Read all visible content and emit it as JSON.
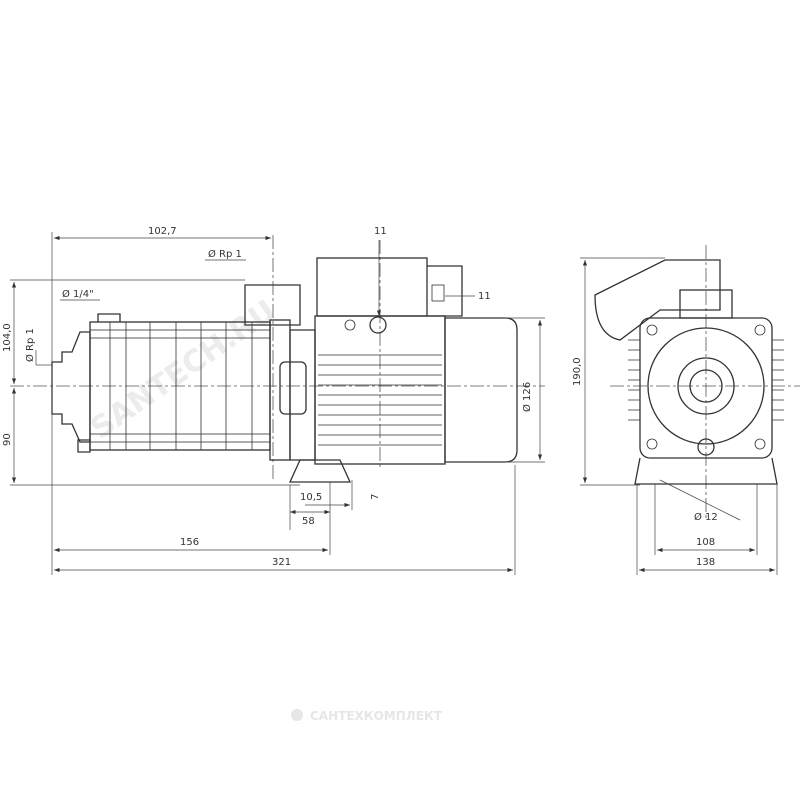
{
  "drawing": {
    "side_view": {
      "dim_top_width": "102,7",
      "outlet_label": "Ø Rp 1",
      "drain_label": "Ø 1/4\"",
      "dim_height_top": "104,0",
      "inlet_label": "Ø Rp 1",
      "dim_height_bottom": "90",
      "terminal_dim_top": "11",
      "terminal_dim_right": "11",
      "motor_diameter": "Ø 126",
      "foot_dim_a": "10,5",
      "foot_dim_b": "58",
      "foot_dim_c": "7",
      "dim_156": "156",
      "dim_total_length": "321"
    },
    "front_view": {
      "dim_height": "190,0",
      "hole_diameter": "Ø 12",
      "dim_foot_holes": "108",
      "dim_base_width": "138"
    }
  },
  "watermark": {
    "diagonal": "SANTECH.RU",
    "footer": "САНТЕХКОМПЛЕКТ"
  }
}
